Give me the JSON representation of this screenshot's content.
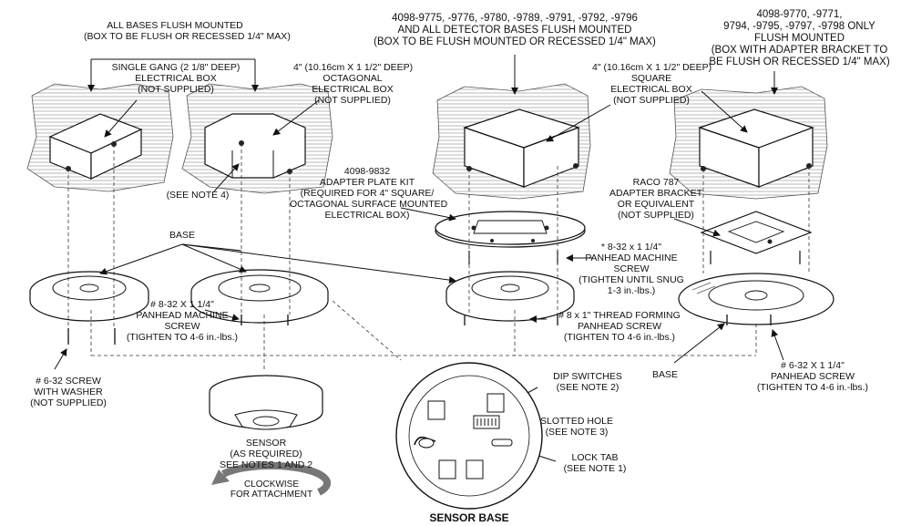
{
  "labels": {
    "all_bases": [
      "ALL BASES FLUSH MOUNTED",
      "(BOX TO BE FLUSH OR RECESSED 1/4\" MAX)"
    ],
    "single_gang": [
      "SINGLE GANG (2 1/8\" DEEP)",
      "ELECTRICAL BOX",
      "(NOT SUPPLIED)"
    ],
    "octagonal": [
      "4\" (10.16cm X 1 1/2\" DEEP)",
      "OCTAGONAL",
      "ELECTRICAL BOX",
      "(NOT SUPPLIED)"
    ],
    "model_group_a": [
      "4098-9775, -9776, -9780, -9789, -9791, -9792, -9796",
      "AND ALL DETECTOR BASES FLUSH MOUNTED",
      "(BOX TO BE FLUSH MOUNTED OR RECESSED 1/4\" MAX)"
    ],
    "model_group_b": [
      "4098-9770, -9771,",
      "9794, -9795, -9797, -9798 ONLY",
      "FLUSH MOUNTED",
      "(BOX WITH ADAPTER BRACKET TO",
      "BE FLUSH OR RECESSED 1/4\" MAX)"
    ],
    "square": [
      "4\" (10.16cm X 1 1/2\" DEEP)",
      "SQUARE",
      "ELECTRICAL BOX",
      "(NOT SUPPLIED)"
    ],
    "adapter_plate": [
      "4098-9832",
      "ADAPTER PLATE KIT",
      "(REQUIRED FOR 4\" SQUARE/",
      "OCTAGONAL SURFACE MOUNTED",
      "ELECTRICAL BOX)"
    ],
    "see_note_4": [
      "(SEE NOTE 4)"
    ],
    "raco": [
      "RACO 787",
      "ADAPTER BRACKET",
      "OR EQUIVALENT",
      "(NOT SUPPLIED)"
    ],
    "base_top": [
      "BASE"
    ],
    "screw_832_machine": [
      "* 8-32 x 1 1/4\"",
      "PANHEAD MACHINE",
      "SCREW",
      "(TIGHTEN UNTIL SNUG",
      "1-3 in.-lbs.)"
    ],
    "screw_832_panhead": [
      "# 8-32 X 1 1/4\"",
      "PANHEAD MACHINE",
      "SCREW",
      "(TIGHTEN TO 4-6 in.-lbs.)"
    ],
    "screw_8_thread": [
      "# 8 x 1\" THREAD FORMING",
      "PANHEAD SCREW",
      "(TIGHTEN TO 4-6 in.-lbs.)"
    ],
    "screw_632_washer": [
      "# 6-32 SCREW",
      "WITH WASHER",
      "(NOT SUPPLIED)"
    ],
    "base_bottom": [
      "BASE"
    ],
    "screw_632_panhead": [
      "# 6-32 X 1 1/4\"",
      "PANHEAD SCREW",
      "(TIGHTEN TO 4-6 in.-lbs.)"
    ],
    "sensor": [
      "SENSOR",
      "(AS REQUIRED)",
      "SEE NOTES 1 AND 2"
    ],
    "clockwise": [
      "CLOCKWISE",
      "FOR ATTACHMENT"
    ],
    "dip_switches": [
      "DIP SWITCHES",
      "(SEE NOTE 2)"
    ],
    "slotted_hole": [
      "SLOTTED HOLE",
      "(SEE NOTE 3)"
    ],
    "lock_tab": [
      "LOCK TAB",
      "(SEE NOTE 1)"
    ],
    "sensor_base": [
      "SENSOR BASE"
    ]
  }
}
